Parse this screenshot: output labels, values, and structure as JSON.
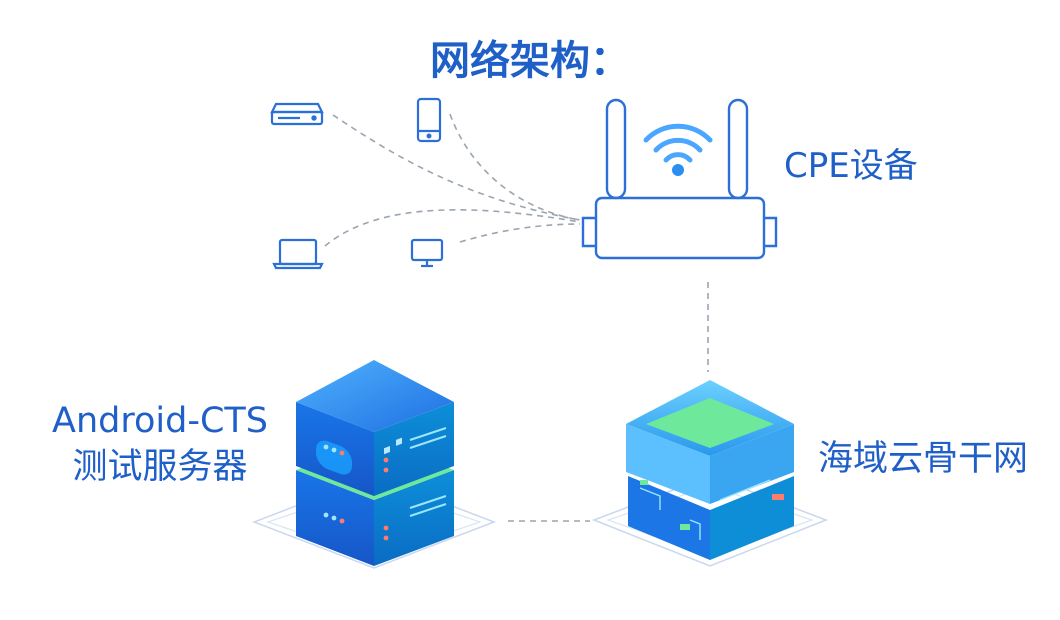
{
  "title": "网络架构：",
  "nodes": {
    "cpe": {
      "label": "CPE设备",
      "icon": "wifi-router-icon"
    },
    "server": {
      "label_line1": "Android-CTS",
      "label_line2": "测试服务器",
      "icon": "server-stack-icon"
    },
    "backbone": {
      "label": "海域云骨干网",
      "icon": "cloud-backbone-icon"
    },
    "devices": [
      {
        "icon": "set-top-box-icon"
      },
      {
        "icon": "smartphone-icon"
      },
      {
        "icon": "laptop-icon"
      },
      {
        "icon": "monitor-icon"
      }
    ]
  },
  "colors": {
    "accent": "#1f5fc8",
    "icon_line": "#2c6fd6",
    "connector": "#9aa5b1",
    "cube_top": "#2d8cf0",
    "cube_green": "#6ee89a",
    "base_outline": "#c9d8ee"
  }
}
